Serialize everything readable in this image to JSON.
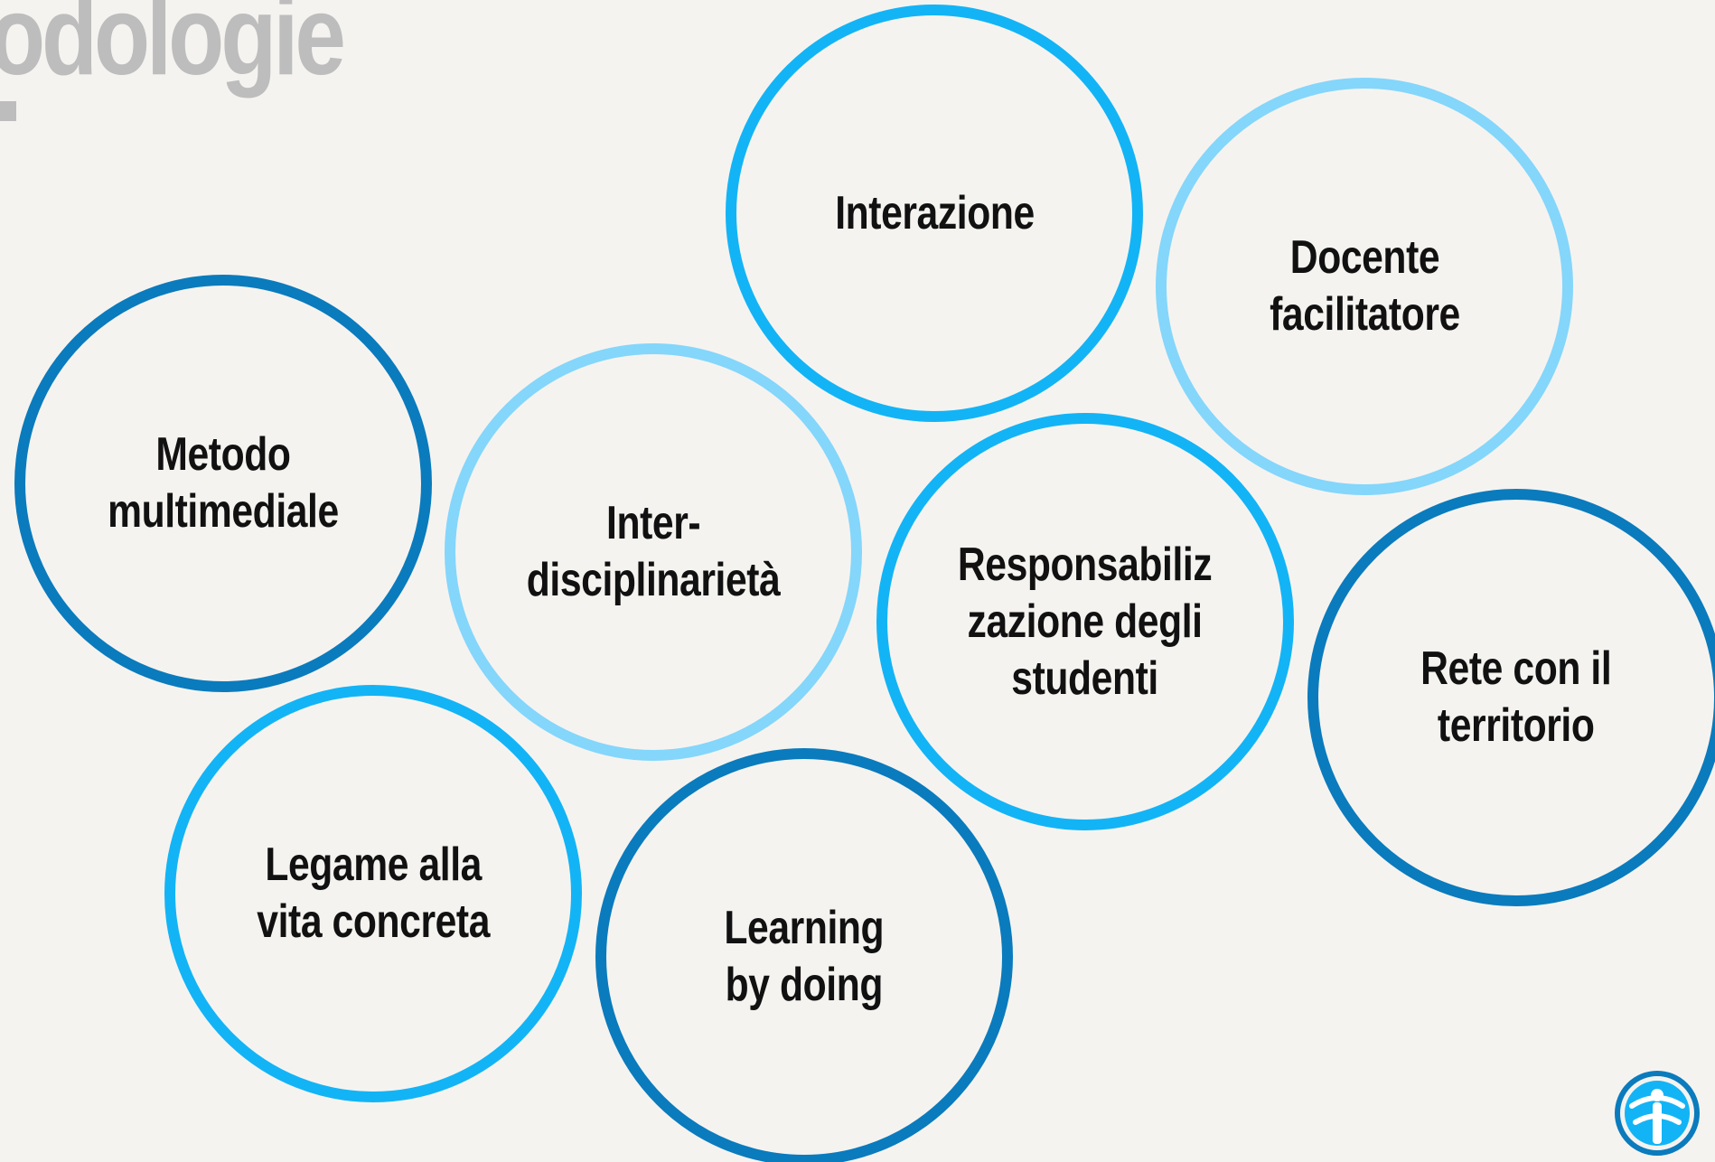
{
  "title": "odologie",
  "colors": {
    "background": "#f5f3f0",
    "title": "#bdbdbd",
    "dark_blue": "#0a7bbd",
    "mid_blue": "#12b4f6",
    "light_blue": "#84d6fb",
    "text": "#111111"
  },
  "bubbles": [
    {
      "label": "Interazione",
      "ring": "mid_blue"
    },
    {
      "label": "Docente\nfacilitatore",
      "ring": "light_blue"
    },
    {
      "label": "Metodo\nmultimediale",
      "ring": "dark_blue"
    },
    {
      "label": "Inter-\ndisciplinarietà",
      "ring": "light_blue"
    },
    {
      "label": "Responsabiliz\nzazione degli\nstudenti",
      "ring": "mid_blue"
    },
    {
      "label": "Rete con il\nterritorio",
      "ring": "dark_blue"
    },
    {
      "label": "Legame alla\nvita concreta",
      "ring": "mid_blue"
    },
    {
      "label": "Learning\nby doing",
      "ring": "dark_blue"
    }
  ],
  "logo": {
    "icon": "globe-person-logo-icon"
  }
}
